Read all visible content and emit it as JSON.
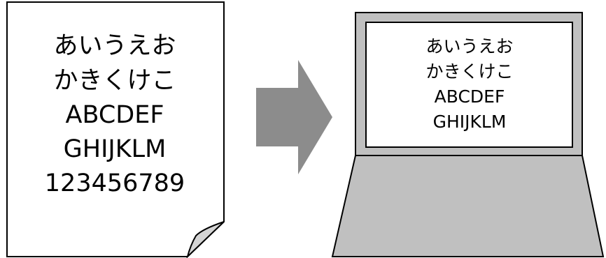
{
  "paper": {
    "lines": [
      "あいうえお",
      "かきくけこ",
      "ABCDEF",
      "GHIJKLM",
      "123456789"
    ]
  },
  "laptop_screen": {
    "lines": [
      "あいうえお",
      "かきくけこ",
      "ABCDEF",
      "GHIJKLM"
    ]
  },
  "colors": {
    "arrow": "#8c8c8c",
    "laptop_body": "#c0c0c0",
    "paper_corner": "#d4d4d4",
    "outline": "#000000"
  },
  "icons": {
    "paper": "document-icon",
    "arrow": "right-arrow-icon",
    "laptop": "laptop-icon"
  }
}
